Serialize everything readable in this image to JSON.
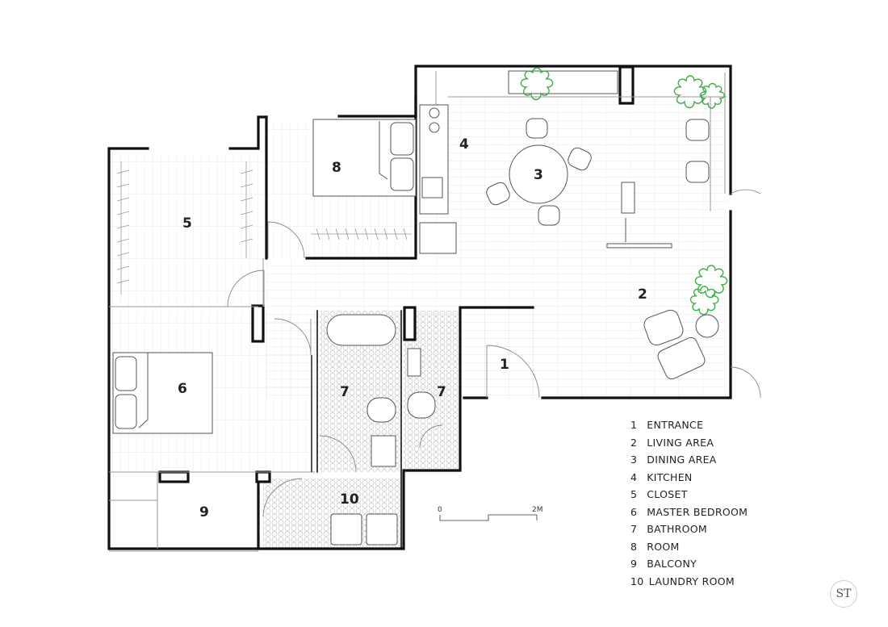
{
  "rooms": [
    {
      "number": "1"
    },
    {
      "number": "2"
    },
    {
      "number": "3"
    },
    {
      "number": "4"
    },
    {
      "number": "5"
    },
    {
      "number": "6"
    },
    {
      "number": "7"
    },
    {
      "number": "7"
    },
    {
      "number": "8"
    },
    {
      "number": "9"
    },
    {
      "number": "10"
    }
  ],
  "legend": [
    {
      "number": "1",
      "label": "ENTRANCE"
    },
    {
      "number": "2",
      "label": "LIVING AREA"
    },
    {
      "number": "3",
      "label": "DINING AREA"
    },
    {
      "number": "4",
      "label": "KITCHEN"
    },
    {
      "number": "5",
      "label": "CLOSET"
    },
    {
      "number": "6",
      "label": "MASTER BEDROOM"
    },
    {
      "number": "7",
      "label": "BATHROOM"
    },
    {
      "number": "8",
      "label": "ROOM"
    },
    {
      "number": "9",
      "label": "BALCONY"
    },
    {
      "number": "10",
      "label": "LAUNDRY ROOM"
    }
  ],
  "scale": {
    "start": "0",
    "end": "2M"
  },
  "logo": {
    "text": "ST"
  },
  "colors": {
    "wall": "#111111",
    "line": "#bdbdbd",
    "plant": "#3fae49",
    "tile": "#d8d8d8"
  }
}
